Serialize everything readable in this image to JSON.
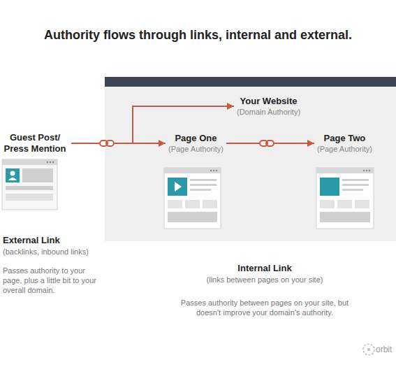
{
  "diagram": {
    "title": "Authority flows through links, internal and external.",
    "nodes": [
      {
        "text": [
          "Guest Post/ Press Mention"
        ]
      },
      {
        "text": [
          "Your Website",
          "(Domain Authority)"
        ]
      },
      {
        "text": [
          "Page One",
          "(Page Authority)"
        ]
      },
      {
        "text": [
          "Page Two",
          "(Page Authority)"
        ]
      }
    ],
    "edges": [
      {
        "from": 0,
        "to": 2,
        "arrow": "to"
      },
      {
        "from": 0,
        "to": 1,
        "arrow": "to"
      },
      {
        "from": 2,
        "to": 3,
        "arrow": "to"
      }
    ],
    "labels": [
      "External Link",
      "(backlinks, inbound links)",
      "Passes authority to your page, plus a little bit to your overall domain.",
      "Internal Link",
      "(links between pages on your site)",
      "Passes authority between pages on your site, but doesn't improve your domain's authority.",
      "orbit"
    ]
  }
}
